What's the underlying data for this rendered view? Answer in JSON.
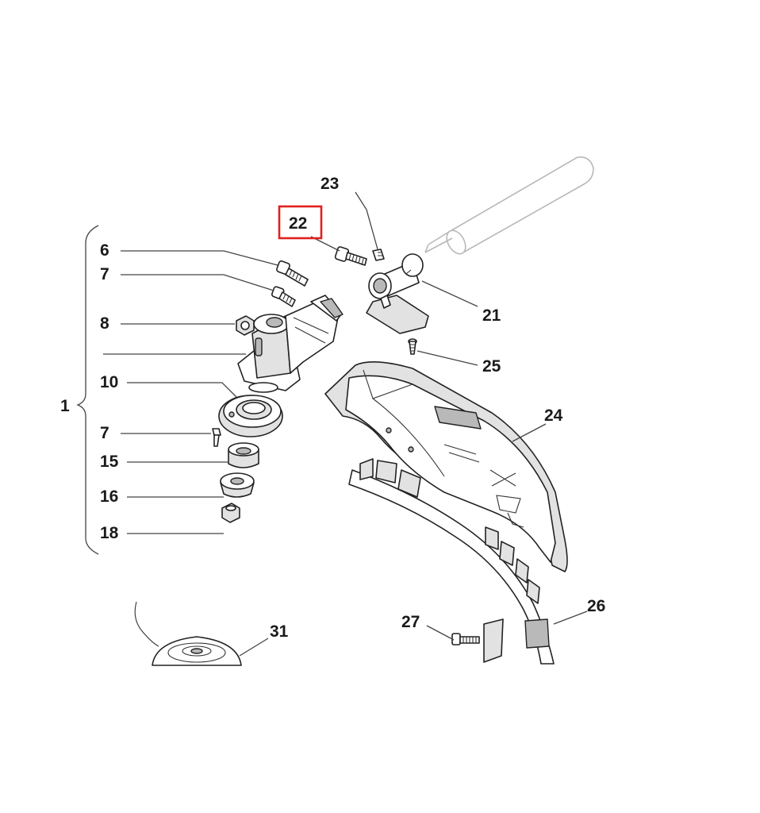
{
  "callouts": {
    "c1": "1",
    "c6": "6",
    "c7a": "7",
    "c8": "8",
    "c10": "10",
    "c7b": "7",
    "c15": "15",
    "c16": "16",
    "c18": "18",
    "c21": "21",
    "c22": "22",
    "c23": "23",
    "c24": "24",
    "c25": "25",
    "c26": "26",
    "c27": "27",
    "c31": "31"
  },
  "highlight": {
    "callout": "22",
    "color": "#e0201e"
  }
}
